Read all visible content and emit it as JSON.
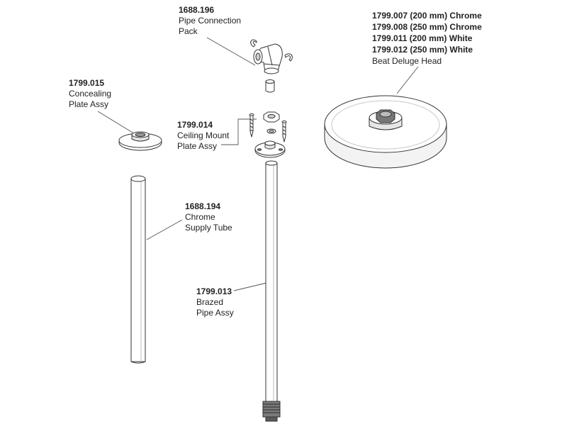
{
  "parts": {
    "pipe_connection": {
      "number": "1688.196",
      "line1": "Pipe Connection",
      "line2": "Pack"
    },
    "concealing_plate": {
      "number": "1799.015",
      "line1": "Concealing",
      "line2": "Plate Assy"
    },
    "ceiling_mount": {
      "number": "1799.014",
      "line1": "Ceiling Mount",
      "line2": "Plate Assy"
    },
    "supply_tube": {
      "number": "1688.194",
      "line1": "Chrome",
      "line2": "Supply Tube"
    },
    "brazed_pipe": {
      "number": "1799.013",
      "line1": "Brazed",
      "line2": "Pipe Assy"
    },
    "deluge_head": {
      "variants": [
        "1799.007 (200 mm) Chrome",
        "1799.008 (250 mm) Chrome",
        "1799.011 (200 mm) White",
        "1799.012 (250 mm) White"
      ],
      "name": "Beat Deluge Head"
    }
  },
  "colors": {
    "line": "#333333",
    "fill": "#ffffff",
    "shade": "#e6e6e6",
    "dark": "#6a6a6a"
  }
}
